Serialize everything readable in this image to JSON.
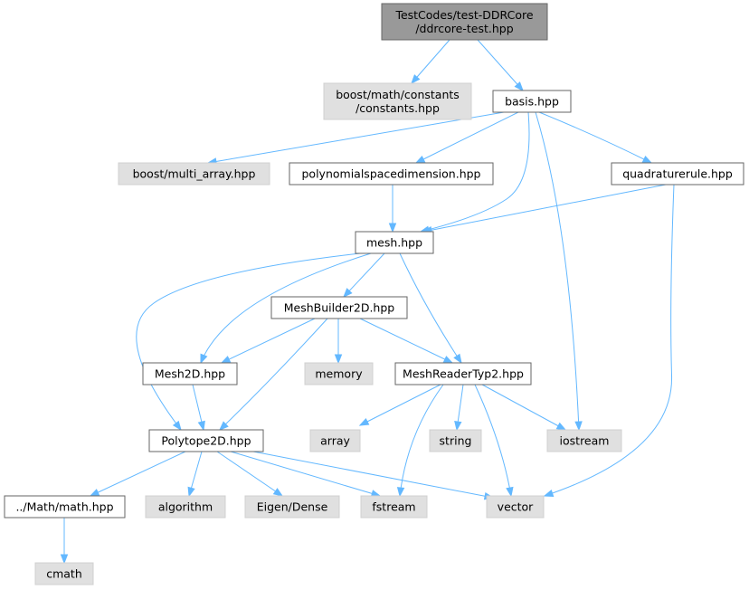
{
  "colors": {
    "root_fill": "#999999",
    "root_stroke": "#666666",
    "documented_fill": "#ffffff",
    "documented_stroke": "#666666",
    "external_fill": "#e0e0e0",
    "external_stroke": "#d0d0d0",
    "edge": "#63b8ff"
  },
  "nodes": [
    {
      "id": "root",
      "lines": [
        "TestCodes/test-DDRCore",
        "/ddrcore-test.hpp"
      ],
      "kind": "root"
    },
    {
      "id": "boost_constants",
      "lines": [
        "boost/math/constants",
        "/constants.hpp"
      ],
      "kind": "external"
    },
    {
      "id": "basis",
      "lines": [
        "basis.hpp"
      ],
      "kind": "documented"
    },
    {
      "id": "multi_array",
      "lines": [
        "boost/multi_array.hpp"
      ],
      "kind": "external"
    },
    {
      "id": "polyspacedim",
      "lines": [
        "polynomialspacedimension.hpp"
      ],
      "kind": "documented"
    },
    {
      "id": "quadrule",
      "lines": [
        "quadraturerule.hpp"
      ],
      "kind": "documented"
    },
    {
      "id": "mesh",
      "lines": [
        "mesh.hpp"
      ],
      "kind": "documented"
    },
    {
      "id": "meshbuilder",
      "lines": [
        "MeshBuilder2D.hpp"
      ],
      "kind": "documented"
    },
    {
      "id": "mesh2d",
      "lines": [
        "Mesh2D.hpp"
      ],
      "kind": "documented"
    },
    {
      "id": "memory",
      "lines": [
        "memory"
      ],
      "kind": "external"
    },
    {
      "id": "meshreader",
      "lines": [
        "MeshReaderTyp2.hpp"
      ],
      "kind": "documented"
    },
    {
      "id": "polytope",
      "lines": [
        "Polytope2D.hpp"
      ],
      "kind": "documented"
    },
    {
      "id": "array",
      "lines": [
        "array"
      ],
      "kind": "external"
    },
    {
      "id": "string",
      "lines": [
        "string"
      ],
      "kind": "external"
    },
    {
      "id": "iostream",
      "lines": [
        "iostream"
      ],
      "kind": "external"
    },
    {
      "id": "mathhpp",
      "lines": [
        "../Math/math.hpp"
      ],
      "kind": "documented"
    },
    {
      "id": "algorithm",
      "lines": [
        "algorithm"
      ],
      "kind": "external"
    },
    {
      "id": "eigen",
      "lines": [
        "Eigen/Dense"
      ],
      "kind": "external"
    },
    {
      "id": "fstream",
      "lines": [
        "fstream"
      ],
      "kind": "external"
    },
    {
      "id": "vector",
      "lines": [
        "vector"
      ],
      "kind": "external"
    },
    {
      "id": "cmath",
      "lines": [
        "cmath"
      ],
      "kind": "external"
    }
  ],
  "edges": [
    {
      "from": "root",
      "to": "boost_constants"
    },
    {
      "from": "root",
      "to": "basis"
    },
    {
      "from": "basis",
      "to": "multi_array"
    },
    {
      "from": "basis",
      "to": "polyspacedim"
    },
    {
      "from": "basis",
      "to": "quadrule"
    },
    {
      "from": "basis",
      "to": "mesh"
    },
    {
      "from": "basis",
      "to": "iostream"
    },
    {
      "from": "polyspacedim",
      "to": "mesh"
    },
    {
      "from": "quadrule",
      "to": "mesh"
    },
    {
      "from": "quadrule",
      "to": "vector"
    },
    {
      "from": "mesh",
      "to": "meshbuilder"
    },
    {
      "from": "mesh",
      "to": "mesh2d"
    },
    {
      "from": "mesh",
      "to": "meshreader"
    },
    {
      "from": "mesh",
      "to": "polytope"
    },
    {
      "from": "meshbuilder",
      "to": "mesh2d"
    },
    {
      "from": "meshbuilder",
      "to": "memory"
    },
    {
      "from": "meshbuilder",
      "to": "meshreader"
    },
    {
      "from": "meshbuilder",
      "to": "polytope"
    },
    {
      "from": "mesh2d",
      "to": "polytope"
    },
    {
      "from": "meshreader",
      "to": "array"
    },
    {
      "from": "meshreader",
      "to": "string"
    },
    {
      "from": "meshreader",
      "to": "iostream"
    },
    {
      "from": "meshreader",
      "to": "fstream"
    },
    {
      "from": "meshreader",
      "to": "vector"
    },
    {
      "from": "polytope",
      "to": "mathhpp"
    },
    {
      "from": "polytope",
      "to": "algorithm"
    },
    {
      "from": "polytope",
      "to": "eigen"
    },
    {
      "from": "polytope",
      "to": "fstream"
    },
    {
      "from": "polytope",
      "to": "vector"
    },
    {
      "from": "mathhpp",
      "to": "cmath"
    }
  ]
}
